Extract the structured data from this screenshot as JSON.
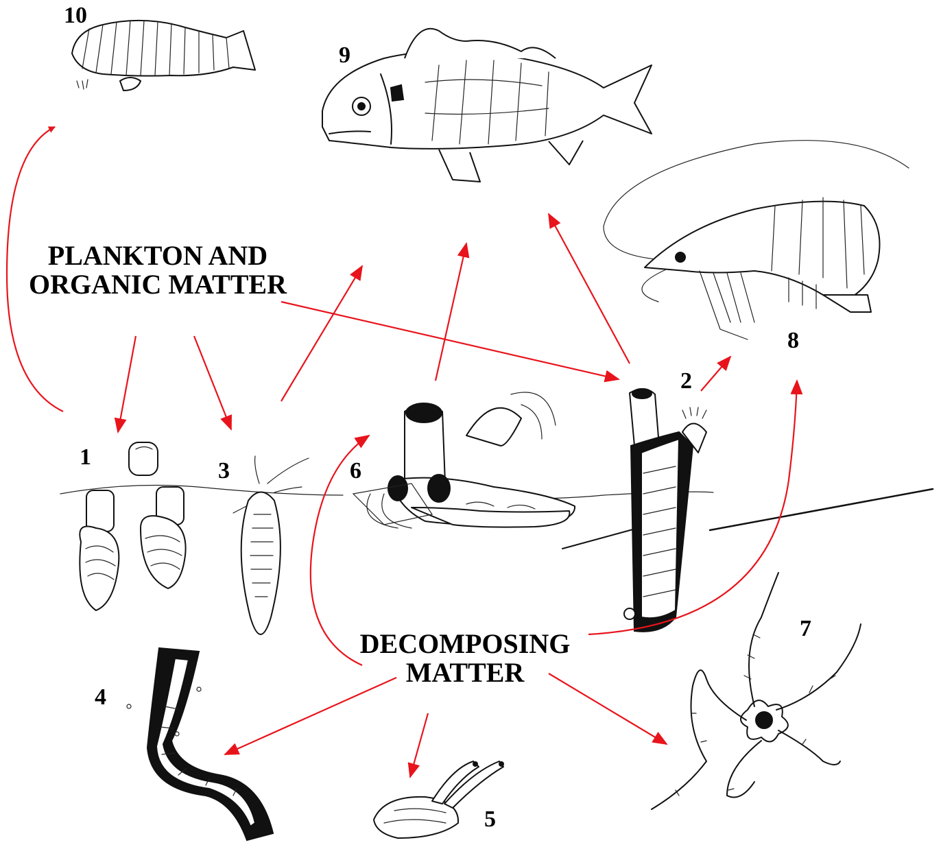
{
  "labels": {
    "plankton_line1": "PLANKTON AND",
    "plankton_line2": "ORGANIC MATTER",
    "decomposing_line1": "DECOMPOSING",
    "decomposing_line2": "MATTER"
  },
  "numbers": {
    "n1": "1",
    "n2": "2",
    "n3": "3",
    "n4": "4",
    "n5": "5",
    "n6": "6",
    "n7": "7",
    "n8": "8",
    "n9": "9",
    "n10": "10"
  },
  "colors": {
    "arrow": "#e8141c",
    "ink": "#111111",
    "background": "#ffffff"
  }
}
